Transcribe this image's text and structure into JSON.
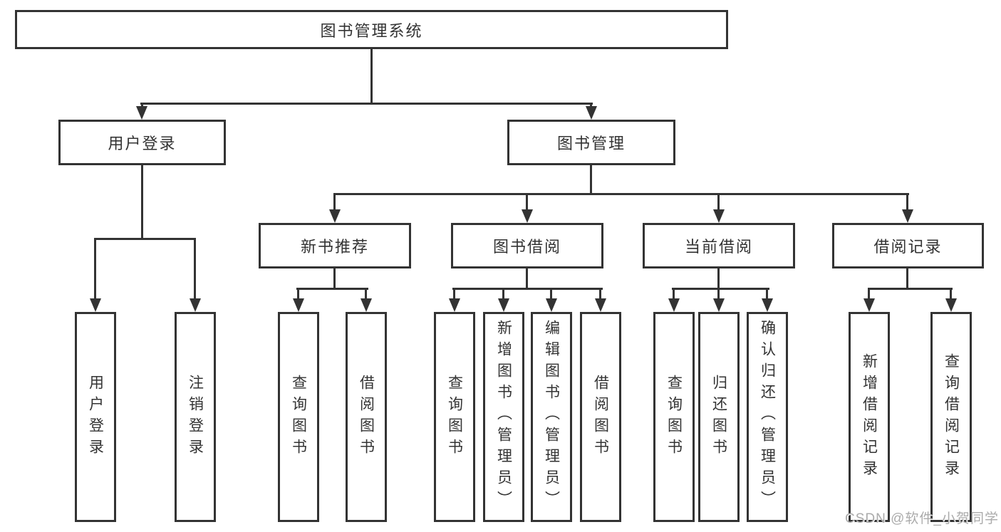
{
  "diagram": {
    "type": "hierarchy-tree",
    "colors": {
      "line": "#333333",
      "text": "#333333",
      "box_fill": "#ffffff",
      "background": "#ffffff",
      "watermark": "#ababab"
    },
    "nodes": {
      "root": {
        "label": "图书管理系统"
      },
      "user_login": {
        "label": "用户登录"
      },
      "book_mgmt": {
        "label": "图书管理"
      },
      "new_book_rec": {
        "label": "新书推荐"
      },
      "book_borrow": {
        "label": "图书借阅"
      },
      "current_borrow": {
        "label": "当前借阅"
      },
      "borrow_records": {
        "label": "借阅记录"
      },
      "leaf_user_login": {
        "label": "用户登录"
      },
      "leaf_logout": {
        "label": "注销登录"
      },
      "leaf_rec_query_book": {
        "label": "查询图书"
      },
      "leaf_rec_borrow_book": {
        "label": "借阅图书"
      },
      "leaf_bor_query_book": {
        "label": "查询图书"
      },
      "leaf_bor_add_book": {
        "label": "新增图书（管理员）"
      },
      "leaf_bor_edit_book": {
        "label": "编辑图书（管理员）"
      },
      "leaf_bor_borrow_book": {
        "label": "借阅图书"
      },
      "leaf_cur_query_book": {
        "label": "查询图书"
      },
      "leaf_cur_return_book": {
        "label": "归还图书"
      },
      "leaf_cur_confirm_return": {
        "label": "确认归还（管理员）"
      },
      "leaf_add_record": {
        "label": "新增借阅记录"
      },
      "leaf_query_record": {
        "label": "查询借阅记录"
      }
    },
    "structure": {
      "图书管理系统": [
        "用户登录",
        "图书管理"
      ],
      "用户登录": [
        "用户登录",
        "注销登录"
      ],
      "图书管理": [
        "新书推荐",
        "图书借阅",
        "当前借阅",
        "借阅记录"
      ],
      "新书推荐": [
        "查询图书",
        "借阅图书"
      ],
      "图书借阅": [
        "查询图书",
        "新增图书（管理员）",
        "编辑图书（管理员）",
        "借阅图书"
      ],
      "当前借阅": [
        "查询图书",
        "归还图书",
        "确认归还（管理员）"
      ],
      "借阅记录": [
        "新增借阅记录",
        "查询借阅记录"
      ]
    },
    "watermark": {
      "text": "CSDN @软件_小贺同学"
    }
  }
}
